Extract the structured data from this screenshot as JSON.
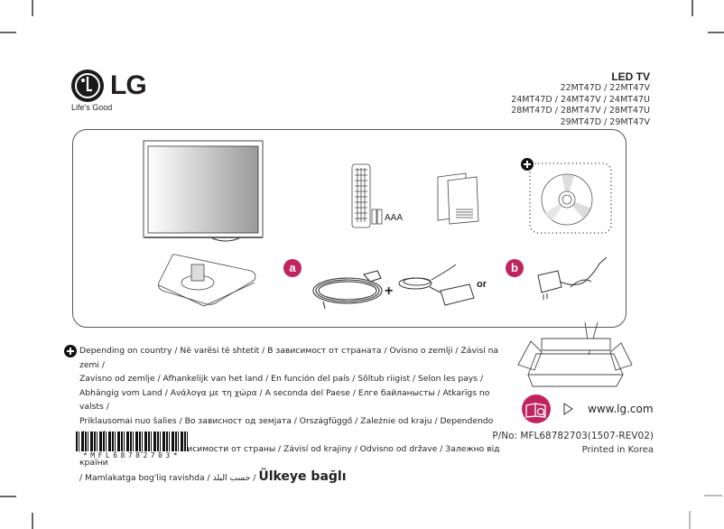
{
  "brand": {
    "logo_text": "LG",
    "tagline": "Life's Good"
  },
  "header": {
    "title": "LED TV",
    "models": [
      "22MT47D / 22MT47V",
      "24MT47D / 24MT47V / 24MT47U",
      "28MT47D / 28MT47V / 28MT47U",
      "29MT47D / 29MT47V"
    ]
  },
  "components": {
    "battery_label": "AAA",
    "option_a": "a",
    "option_b": "b",
    "or_label": "or",
    "plus_label": "+"
  },
  "note": {
    "lines": [
      "Depending on country / Në varësi të shtetit / В зависимост от страната / Ovisno o zemlji / Závisí na zemi /",
      "Zavisno od zemlje / Afhankelijk van het land / En función del país / Sõltub riigist / Selon les pays /",
      "Abhängig vom Land / Ανάλογα με τη χώρα / A seconda del Paese / Елге байланысты / Atkarīgs no valsts /",
      "Priklausomai nuo šalies / Во зависност од земјата / Országfüggő / Zależnie od kraju / Dependendo do país",
      "/ În funcţie de ţară / В зависимости от страны / Závisí od krajiny / Odvisno od države / Залежно від країни"
    ],
    "last_line_prefix": "/ Mamlakatga bog'liq ravishda / حسب البلد /",
    "last_line_big": "Ülkeye bağlı"
  },
  "footer": {
    "website": "www.lg.com",
    "part_number": "P/No: MFL68782703(1507-REV02)",
    "printed": "Printed in Korea",
    "barcode_text": "*MFL68782703*"
  },
  "colors": {
    "accent": "#c0245f",
    "ink": "#231f20"
  }
}
